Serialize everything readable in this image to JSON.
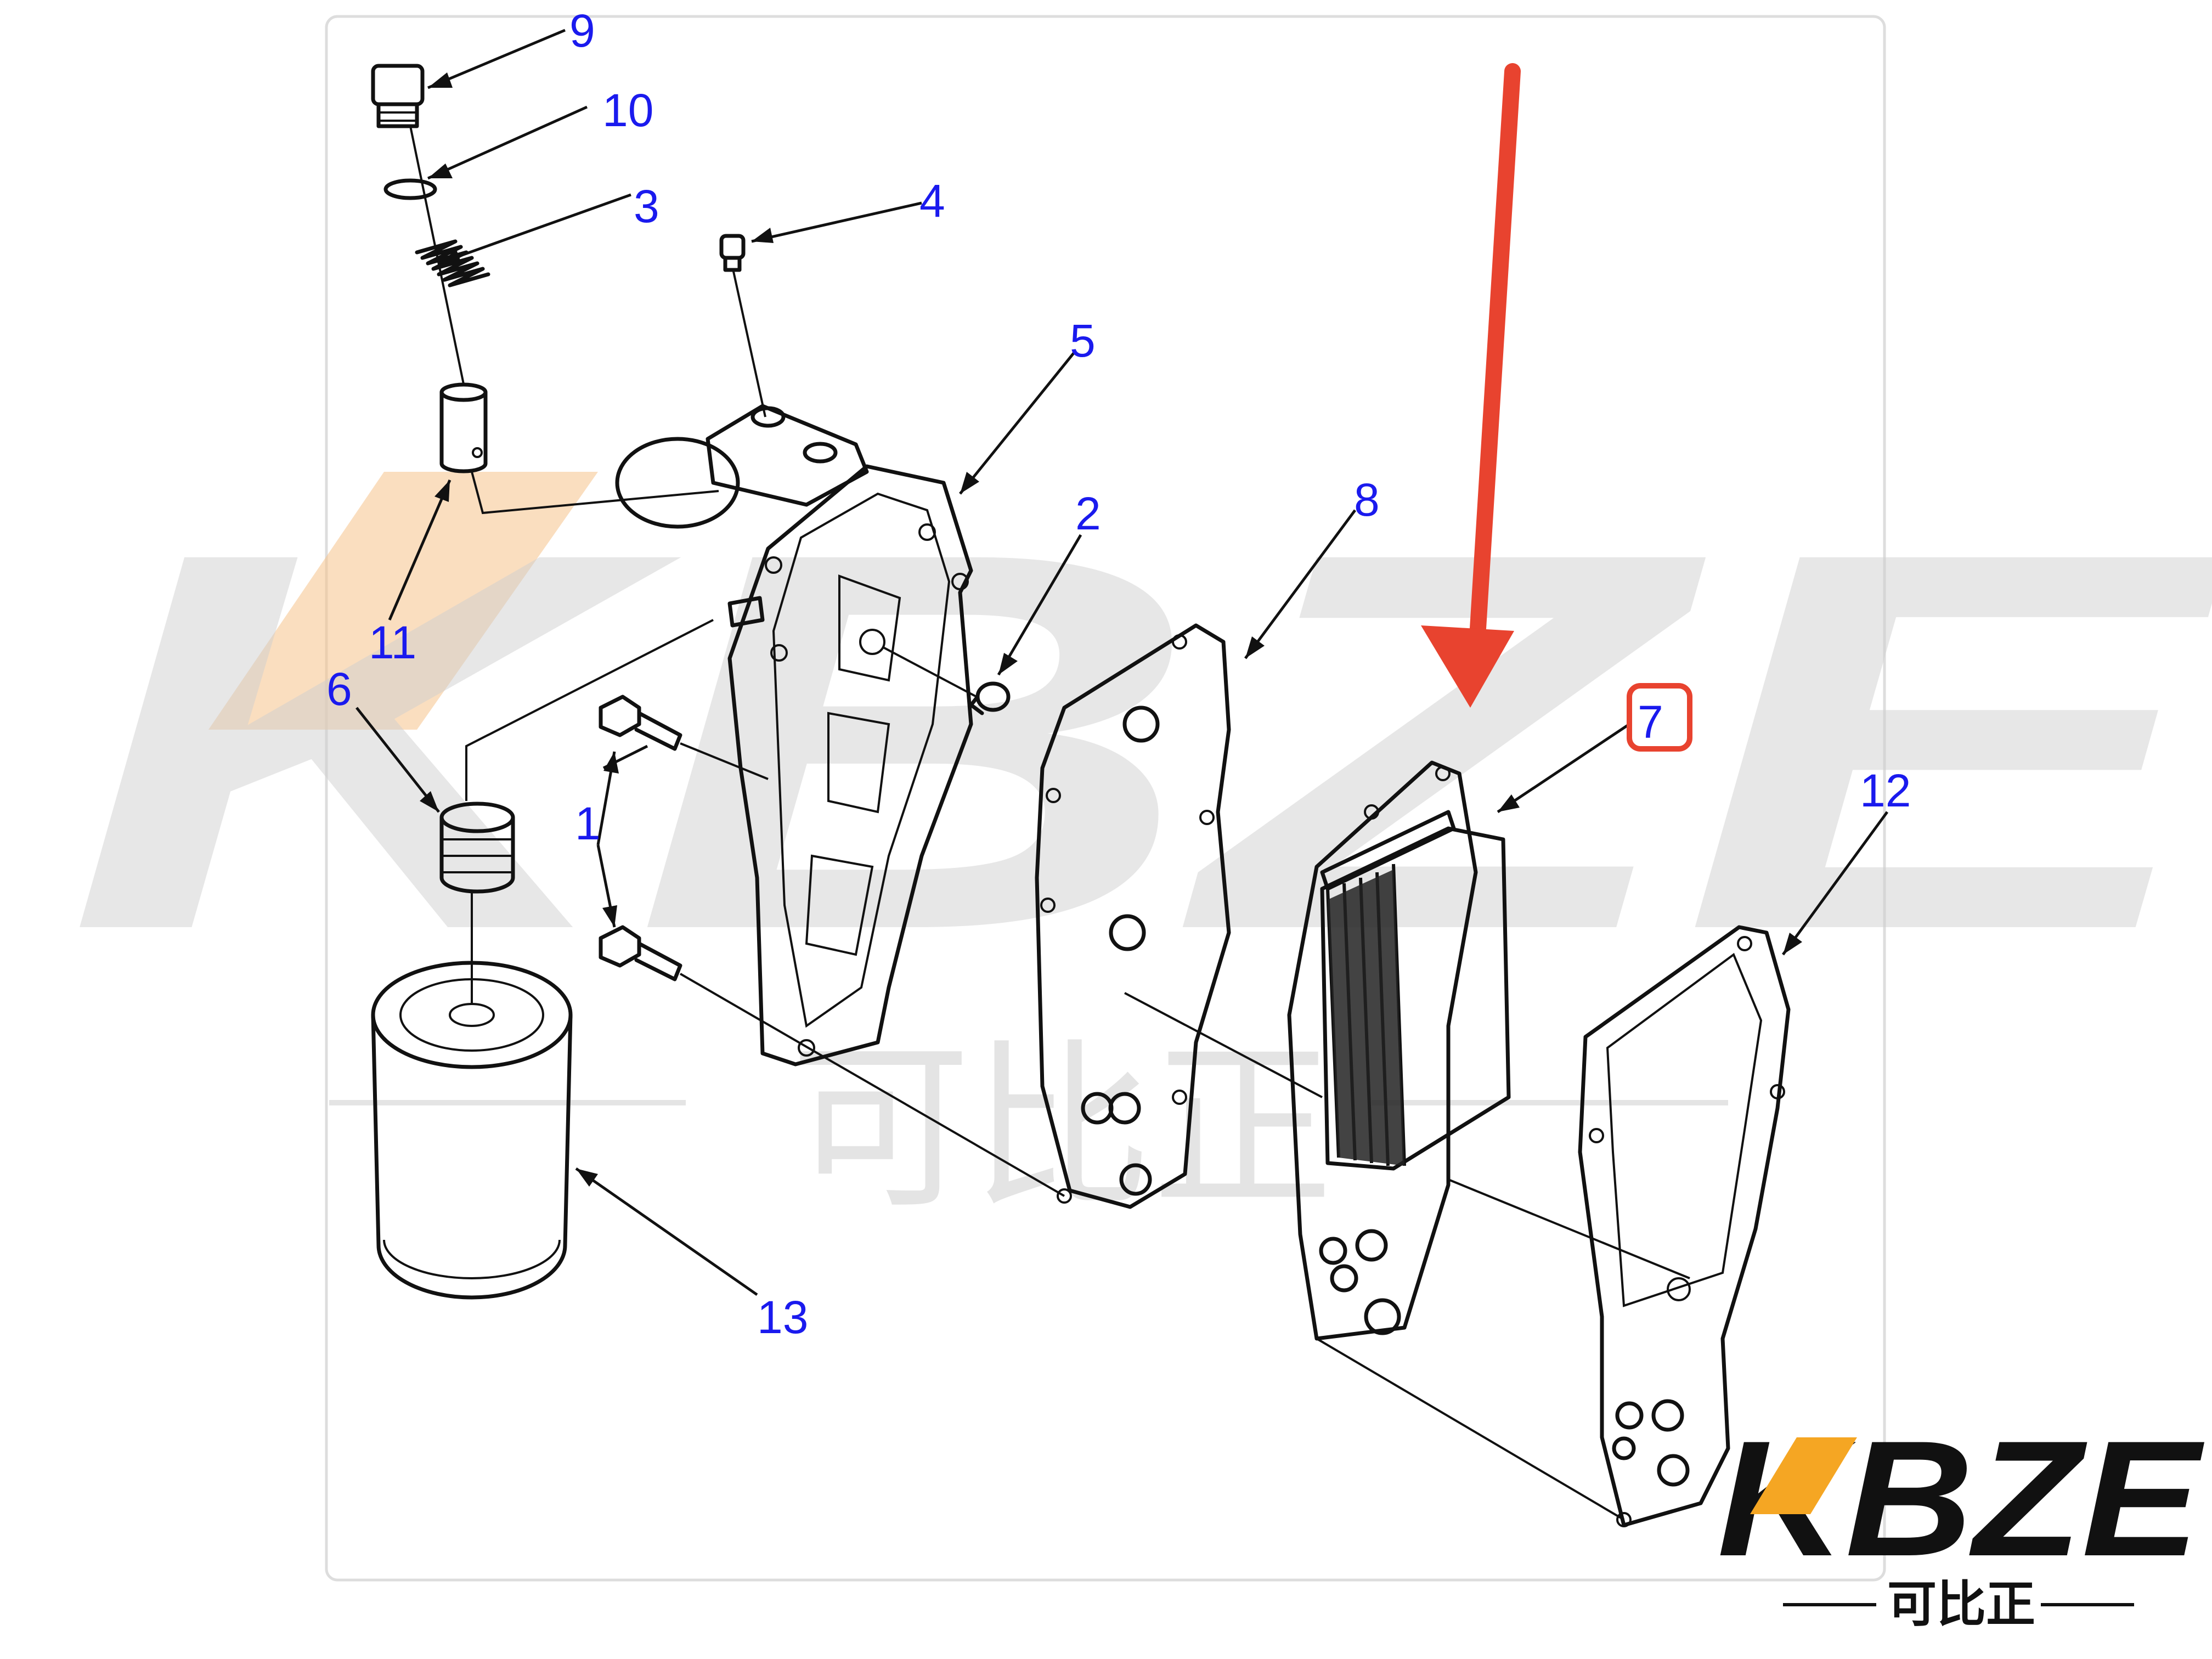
{
  "watermark": {
    "brand": "KBZE",
    "chinese": "可比正"
  },
  "logo": {
    "brand": "KBZE",
    "chinese": "可比正"
  },
  "callouts": [
    {
      "id": "9",
      "label": "9"
    },
    {
      "id": "10",
      "label": "10"
    },
    {
      "id": "3",
      "label": "3"
    },
    {
      "id": "4",
      "label": "4"
    },
    {
      "id": "5",
      "label": "5"
    },
    {
      "id": "2",
      "label": "2"
    },
    {
      "id": "8",
      "label": "8"
    },
    {
      "id": "11",
      "label": "11"
    },
    {
      "id": "6",
      "label": "6"
    },
    {
      "id": "7",
      "label": "7",
      "highlighted": true
    },
    {
      "id": "12",
      "label": "12"
    },
    {
      "id": "1",
      "label": "1"
    },
    {
      "id": "13",
      "label": "13"
    }
  ],
  "colors": {
    "callout": "#1a1aee",
    "highlight": "#e8432f",
    "arrow": "#e8432f",
    "watermark_accent": "#f5c28a"
  }
}
